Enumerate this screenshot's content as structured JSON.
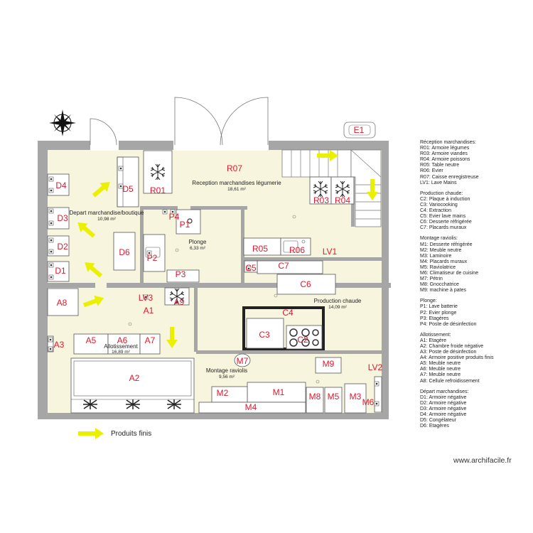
{
  "rooms": {
    "reception": {
      "name": "Reception marchandises légumerie",
      "area": "18,61 m²"
    },
    "depart": {
      "name": "Depart marchandise/boutique",
      "area": "10,98 m²"
    },
    "plonge": {
      "name": "Plonge",
      "area": "6,33 m²"
    },
    "production": {
      "name": "Production chaude",
      "area": "14,09 m²"
    },
    "allotissement": {
      "name": "Allotissement",
      "area": "16,89 m²"
    },
    "montage": {
      "name": "Montage raviolis",
      "area": "9,56 m²"
    }
  },
  "labels": {
    "E1": "E1",
    "R07": "R07",
    "R01": "R01",
    "R03": "R03",
    "R04": "R04",
    "R05": "R05",
    "R06": "R06",
    "LV1": "LV1",
    "D1": "D1",
    "D2": "D2",
    "D3": "D3",
    "D4": "D4",
    "D5": "D5",
    "D6": "D6",
    "P1": "P1",
    "P2": "P2",
    "P3": "P3",
    "P4": "P4",
    "C2": "C2",
    "C3": "C3",
    "C4": "C4",
    "C5": "C5",
    "C6": "C6",
    "C7": "C7",
    "A1": "A1",
    "A2": "A2",
    "A3": "A3",
    "A5": "A5",
    "A6": "A6",
    "A7": "A7",
    "A8": "A8",
    "A9": "A9",
    "LV3": "LV3",
    "M1": "M1",
    "M2": "M2",
    "M3": "M3",
    "M4": "M4",
    "M5": "M5",
    "M6": "M6",
    "M7": "M7",
    "M8": "M8",
    "M9": "M9",
    "LV2": "LV2"
  },
  "legend": [
    {
      "title": "Réception marchandises:",
      "items": [
        "R01: Armoire légumes",
        "R03: Armoire viandes",
        "R04: Armoire poissons",
        "R05: Table neutre",
        "R06: Evier",
        "R07: Caisse enregistreuse",
        "LV1: Lave Mains"
      ]
    },
    {
      "title": "Production chaude:",
      "items": [
        "C2: Plaque à induction",
        "C3: Variocooking",
        "C4: Extraction",
        "C5: Evier lave mains",
        "C6: Desserte réfrigérée",
        "C7: Placards muraux"
      ]
    },
    {
      "title": "Montage raviolis:",
      "items": [
        "M1: Desserte réfrigérée",
        "M2: Meuble neutre",
        "M3: Laminoire",
        "M4: Placards muraux",
        "M5: Raviolatrice",
        "M6: Climatiseur de cuisine",
        "M7: Pétrin",
        "M8: Gnocchatrice",
        "M9: machine à pates"
      ]
    },
    {
      "title": "Plonge:",
      "items": [
        "P1: Lave batterie",
        "P2: Evier plonge",
        "P3: Etagères",
        "P4: Poste de désinfection"
      ]
    },
    {
      "title": "Allotissement:",
      "items": [
        "A1: Etagère",
        "A2: Chambre froide négative",
        "A3: Poste de désinfection",
        "A4: Armoire positive produits finis",
        "A5: Meuble neutre",
        "A6: Meuble neutre",
        "A7: Meuble neutre",
        "A8: Cellule refroidissement"
      ]
    },
    {
      "title": "Départ marchandises:",
      "items": [
        "D1: Armoire négative",
        "D2: Armoire négative",
        "D3: Armoire négative",
        "D4: Armoire négative",
        "D5: Congélateur",
        "D6: Etagères"
      ]
    }
  ],
  "flow_legend": "Produits finis",
  "watermark": "www.archifacile.fr",
  "colors": {
    "walls": "#a6a6a6",
    "floor": "#f8f5df",
    "labels": "#e0182d",
    "arrows": "#eaf000"
  }
}
